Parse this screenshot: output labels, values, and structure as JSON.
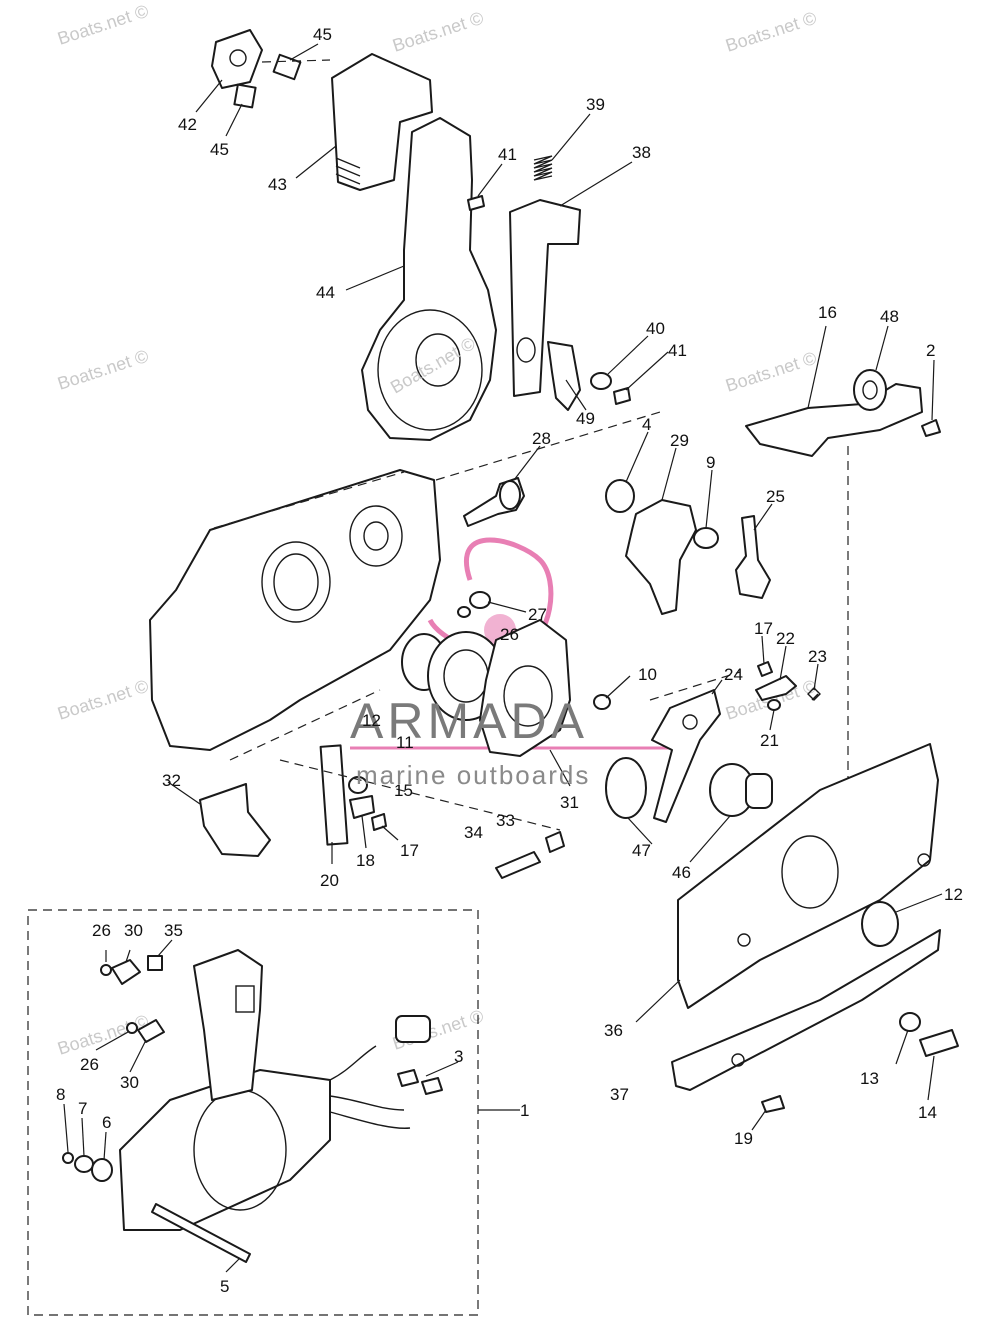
{
  "watermark": {
    "text": "Boats.net ©"
  },
  "logo": {
    "name": "ARMADA",
    "tagline": "marine outboards",
    "accent_color": "#e87fb4",
    "text_color": "#7a7a7a"
  },
  "callouts": [
    {
      "id": "c45a",
      "label": "45"
    },
    {
      "id": "c42",
      "label": "42"
    },
    {
      "id": "c45b",
      "label": "45"
    },
    {
      "id": "c43",
      "label": "43"
    },
    {
      "id": "c39",
      "label": "39"
    },
    {
      "id": "c41a",
      "label": "41"
    },
    {
      "id": "c38",
      "label": "38"
    },
    {
      "id": "c44",
      "label": "44"
    },
    {
      "id": "c16",
      "label": "16"
    },
    {
      "id": "c48",
      "label": "48"
    },
    {
      "id": "c2",
      "label": "2"
    },
    {
      "id": "c40",
      "label": "40"
    },
    {
      "id": "c41b",
      "label": "41"
    },
    {
      "id": "c49",
      "label": "49"
    },
    {
      "id": "c28",
      "label": "28"
    },
    {
      "id": "c4",
      "label": "4"
    },
    {
      "id": "c29",
      "label": "29"
    },
    {
      "id": "c9",
      "label": "9"
    },
    {
      "id": "c25",
      "label": "25"
    },
    {
      "id": "c27",
      "label": "27"
    },
    {
      "id": "c26a",
      "label": "26"
    },
    {
      "id": "c17a",
      "label": "17"
    },
    {
      "id": "c22",
      "label": "22"
    },
    {
      "id": "c23",
      "label": "23"
    },
    {
      "id": "c10",
      "label": "10"
    },
    {
      "id": "c24",
      "label": "24"
    },
    {
      "id": "c12a",
      "label": "12"
    },
    {
      "id": "c11",
      "label": "11"
    },
    {
      "id": "c21",
      "label": "21"
    },
    {
      "id": "c32",
      "label": "32"
    },
    {
      "id": "c15",
      "label": "15"
    },
    {
      "id": "c31",
      "label": "31"
    },
    {
      "id": "c33",
      "label": "33"
    },
    {
      "id": "c34",
      "label": "34"
    },
    {
      "id": "c17b",
      "label": "17"
    },
    {
      "id": "c18",
      "label": "18"
    },
    {
      "id": "c20",
      "label": "20"
    },
    {
      "id": "c47",
      "label": "47"
    },
    {
      "id": "c46",
      "label": "46"
    },
    {
      "id": "c12b",
      "label": "12"
    },
    {
      "id": "c26b",
      "label": "26"
    },
    {
      "id": "c30a",
      "label": "30"
    },
    {
      "id": "c35",
      "label": "35"
    },
    {
      "id": "c26c",
      "label": "26"
    },
    {
      "id": "c30b",
      "label": "30"
    },
    {
      "id": "c3",
      "label": "3"
    },
    {
      "id": "c1",
      "label": "1"
    },
    {
      "id": "c8",
      "label": "8"
    },
    {
      "id": "c7",
      "label": "7"
    },
    {
      "id": "c6",
      "label": "6"
    },
    {
      "id": "c36",
      "label": "36"
    },
    {
      "id": "c37",
      "label": "37"
    },
    {
      "id": "c13",
      "label": "13"
    },
    {
      "id": "c14",
      "label": "14"
    },
    {
      "id": "c19",
      "label": "19"
    },
    {
      "id": "c5",
      "label": "5"
    }
  ]
}
